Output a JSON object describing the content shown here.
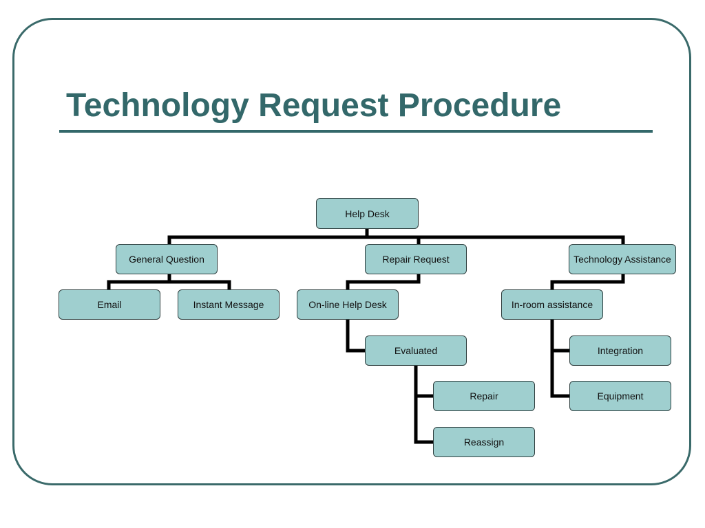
{
  "slide": {
    "title": "Technology Request Procedure"
  },
  "colors": {
    "accent": "#33686a",
    "node_fill": "#9fcfcf",
    "connector": "#000000"
  },
  "org_chart": {
    "root": "Help Desk",
    "branches": {
      "general_question": {
        "label": "General Question",
        "children": [
          "Email",
          "Instant Message"
        ]
      },
      "repair_request": {
        "label": "Repair Request",
        "online_help_desk": "On-line Help Desk",
        "evaluated": "Evaluated",
        "outcomes": [
          "Repair",
          "Reassign"
        ]
      },
      "technology_assistance": {
        "label": "Technology Assistance",
        "in_room_assistance": "In-room assistance",
        "children": [
          "Integration",
          "Equipment"
        ]
      }
    }
  }
}
